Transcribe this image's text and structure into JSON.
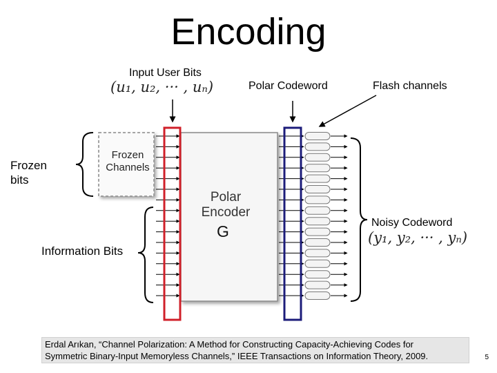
{
  "title": "Encoding",
  "labels": {
    "input_user_bits": "Input User Bits",
    "input_vector": "(u₁, u₂, ··· , uₙ)",
    "polar_codeword": "Polar Codeword",
    "flash_channels": "Flash channels",
    "frozen_bits_line1": "Frozen",
    "frozen_bits_line2": "bits",
    "frozen_channels_line1": "Frozen",
    "frozen_channels_line2": "Channels",
    "encoder_line1": "Polar",
    "encoder_line2": "Encoder",
    "encoder_matrix": "G",
    "noisy_codeword": "Noisy Codeword",
    "output_vector": "(y₁, y₂, ··· , yₙ)",
    "information_bits": "Information Bits"
  },
  "citation": {
    "line1": "Erdal Arıkan, “Channel Polarization: A Method for Constructing Capacity-Achieving Codes for",
    "line2": "Symmetric Binary-Input Memoryless Channels,” IEEE Transactions on Information Theory, 2009."
  },
  "page_number": "5",
  "colors": {
    "input_highlight": "#d0202a",
    "codeword_highlight": "#1c1c7a"
  }
}
